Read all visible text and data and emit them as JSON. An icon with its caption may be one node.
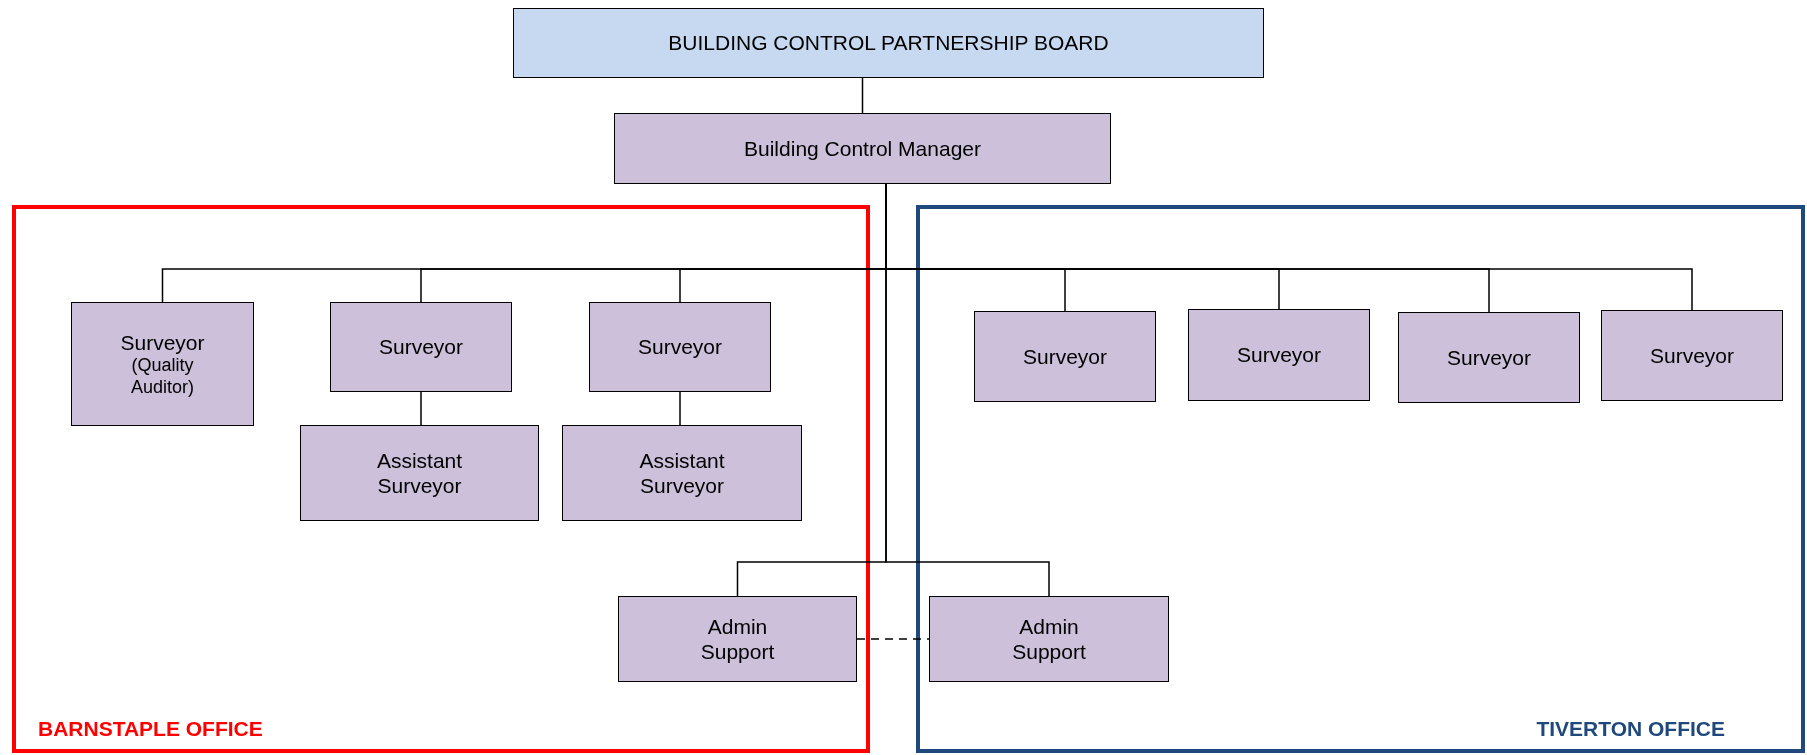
{
  "diagram": {
    "nodes": [
      {
        "text": [
          "BUILDING CONTROL PARTNERSHIP BOARD"
        ]
      },
      {
        "text": [
          "Building Control Manager"
        ]
      },
      {
        "text": [
          "BARNSTAPLE OFFICE"
        ]
      },
      {
        "text": [
          "TIVERTON OFFICE"
        ]
      },
      {
        "text": [
          "Surveyor",
          "(Quality Auditor)"
        ],
        "in": 2
      },
      {
        "text": [
          "Surveyor"
        ],
        "in": 2
      },
      {
        "text": [
          "Surveyor"
        ],
        "in": 2
      },
      {
        "text": [
          "Assistant Surveyor"
        ],
        "in": 2
      },
      {
        "text": [
          "Assistant Surveyor"
        ],
        "in": 2
      },
      {
        "text": [
          "Surveyor"
        ],
        "in": 3
      },
      {
        "text": [
          "Surveyor"
        ],
        "in": 3
      },
      {
        "text": [
          "Surveyor"
        ],
        "in": 3
      },
      {
        "text": [
          "Surveyor"
        ],
        "in": 3
      },
      {
        "text": [
          "Admin Support"
        ],
        "in": 2
      },
      {
        "text": [
          "Admin Support"
        ],
        "in": 3
      }
    ],
    "edges": [
      {
        "from": 0,
        "to": 1,
        "arrow": "none"
      },
      {
        "from": 1,
        "to": 4,
        "arrow": "none"
      },
      {
        "from": 1,
        "to": 5,
        "arrow": "none"
      },
      {
        "from": 1,
        "to": 6,
        "arrow": "none"
      },
      {
        "from": 1,
        "to": 9,
        "arrow": "none"
      },
      {
        "from": 1,
        "to": 10,
        "arrow": "none"
      },
      {
        "from": 1,
        "to": 11,
        "arrow": "none"
      },
      {
        "from": 1,
        "to": 12,
        "arrow": "none"
      },
      {
        "from": 5,
        "to": 7,
        "arrow": "none"
      },
      {
        "from": 6,
        "to": 8,
        "arrow": "none"
      },
      {
        "from": 1,
        "to": 13,
        "arrow": "none"
      },
      {
        "from": 1,
        "to": 14,
        "arrow": "none"
      },
      {
        "from": 13,
        "to": 14,
        "arrow": "none",
        "style": "dashed"
      }
    ]
  }
}
